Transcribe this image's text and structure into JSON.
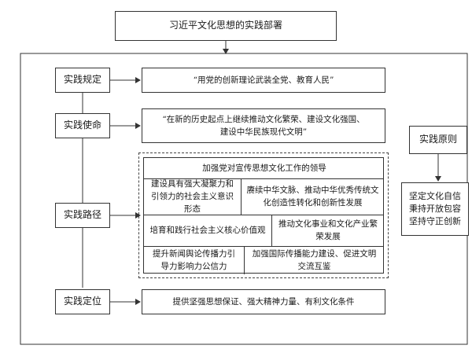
{
  "title": "习近平文化思想的实践部署",
  "left": {
    "provision": "实践规定",
    "mission": "实践使命",
    "path": "实践路径",
    "positioning": "实践定位"
  },
  "right": {
    "provision": "“用党的创新理论武装全党、教育人民”",
    "mission_line1": "“在新的历史起点上继续推动文化繁荣、建设文化强国、",
    "mission_line2": "建设中华民族现代文明”",
    "positioning": "提供坚强思想保证、强大精神力量、有利文化条件"
  },
  "paths": {
    "lead": "加强党对宣传思想文化工作的领导",
    "ideology": "建设具有强大凝聚力和引领力的社会主义意识形态",
    "tradition": "赓续中华文脉、推动中华优秀传统文化创造性转化和创新性发展",
    "values": "培育和践行社会主义核心价值观",
    "industry": "推动文化事业和文化产业繁荣发展",
    "media": "提升新闻舆论传播力引导力影响力公信力",
    "intl": "加强国际传播能力建设、促进文明交流互鉴"
  },
  "principles": {
    "title": "实践原则",
    "items": [
      "坚定文化自信",
      "秉持开放包容",
      "坚持守正创新"
    ]
  }
}
